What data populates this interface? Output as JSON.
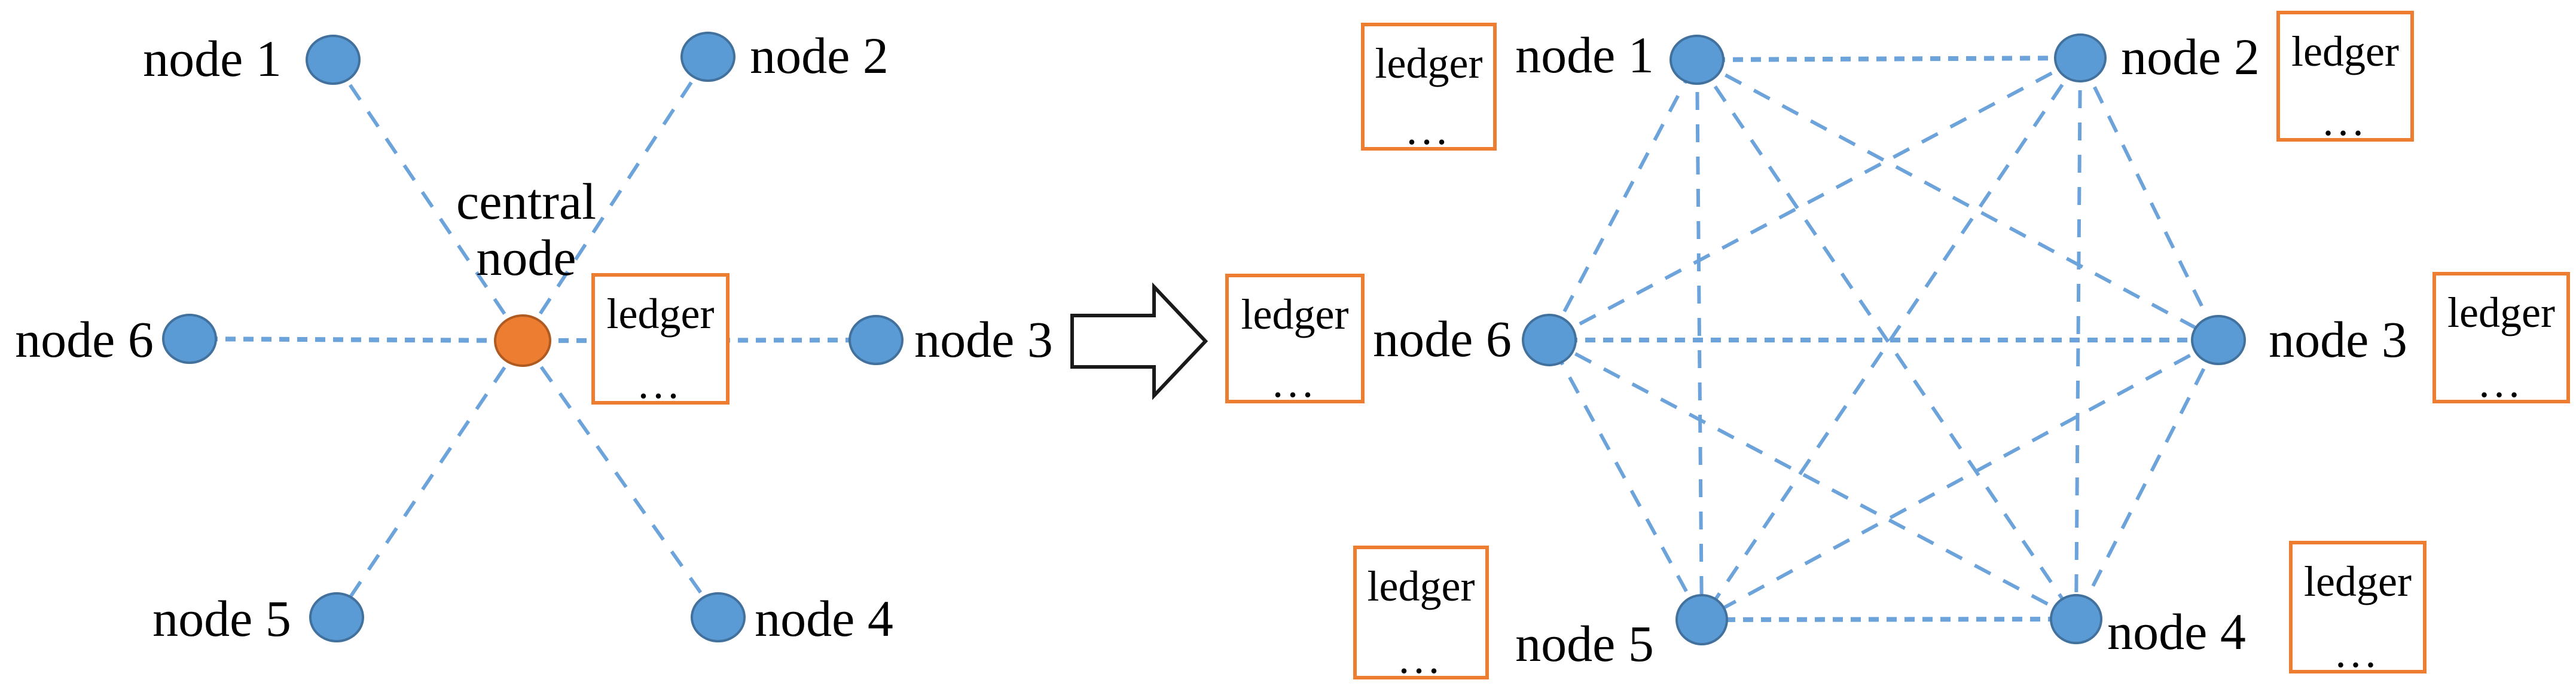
{
  "left_network": {
    "central_label_line1": "central",
    "central_label_line2": "node",
    "node_labels": [
      "node 1",
      "node 2",
      "node 3",
      "node 4",
      "node 5",
      "node 6"
    ],
    "ledger_box": {
      "title": "ledger",
      "ellipsis": "..."
    },
    "edges": [
      [
        "central",
        "node 1"
      ],
      [
        "central",
        "node 2"
      ],
      [
        "central",
        "node 3"
      ],
      [
        "central",
        "node 4"
      ],
      [
        "central",
        "node 5"
      ],
      [
        "central",
        "node 6"
      ]
    ]
  },
  "right_network": {
    "node_labels": [
      "node 1",
      "node 2",
      "node 3",
      "node 4",
      "node 5",
      "node 6"
    ],
    "ledger_box": {
      "title": "ledger",
      "ellipsis": "..."
    },
    "edges": [
      [
        "node 1",
        "node 2"
      ],
      [
        "node 1",
        "node 3"
      ],
      [
        "node 1",
        "node 4"
      ],
      [
        "node 1",
        "node 5"
      ],
      [
        "node 1",
        "node 6"
      ],
      [
        "node 2",
        "node 3"
      ],
      [
        "node 2",
        "node 4"
      ],
      [
        "node 2",
        "node 5"
      ],
      [
        "node 2",
        "node 6"
      ],
      [
        "node 3",
        "node 4"
      ],
      [
        "node 3",
        "node 5"
      ],
      [
        "node 3",
        "node 6"
      ],
      [
        "node 4",
        "node 5"
      ],
      [
        "node 4",
        "node 6"
      ],
      [
        "node 5",
        "node 6"
      ]
    ]
  },
  "colors": {
    "node-fill": "#5B9BD5",
    "node-stroke": "#41719C",
    "central-fill": "#ED7D31",
    "central-stroke": "#AE5A21",
    "edge-color": "#6BA3DA",
    "ledger-border": "#ED7D31",
    "arrow-stroke": "#1a1a1a",
    "label-color": "#000000"
  }
}
